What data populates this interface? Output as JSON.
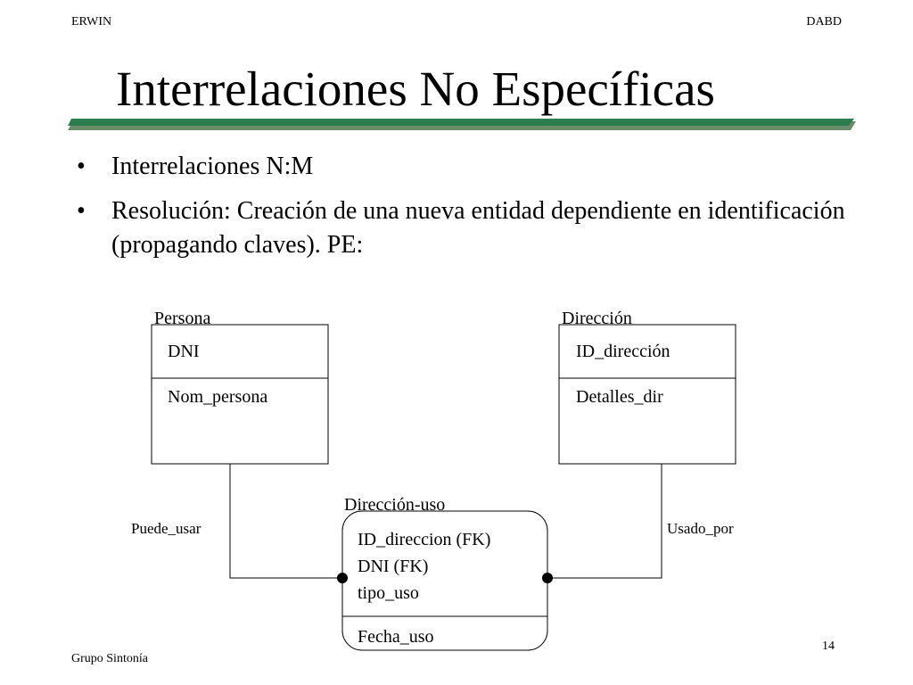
{
  "header": {
    "left": "ERWIN",
    "right": "DABD"
  },
  "title": "Interrelaciones No Específicas",
  "bullets": [
    "Interrelaciones N:M",
    "Resolución: Creación de una nueva entidad dependiente en identificación (propagando claves). PE:"
  ],
  "bullet_glyph": "•",
  "diagram": {
    "entities": {
      "persona": {
        "name": "Persona",
        "key": "DNI",
        "attrs": "Nom_persona"
      },
      "direccion": {
        "name": "Dirección",
        "key": "ID_dirección",
        "attrs": "Detalles_dir"
      },
      "direccion_uso": {
        "name": "Dirección-uso",
        "keys": [
          "ID_direccion (FK)",
          "DNI (FK)",
          "tipo_uso"
        ],
        "attrs": "Fecha_uso"
      }
    },
    "relationships": {
      "left": "Puede_usar",
      "right": "Usado_por"
    }
  },
  "footer": {
    "left": "Grupo Sintonía",
    "page": "14"
  },
  "colors": {
    "rule_green": "#2e7d4f",
    "rule_shadow": "#6a8c6a"
  }
}
